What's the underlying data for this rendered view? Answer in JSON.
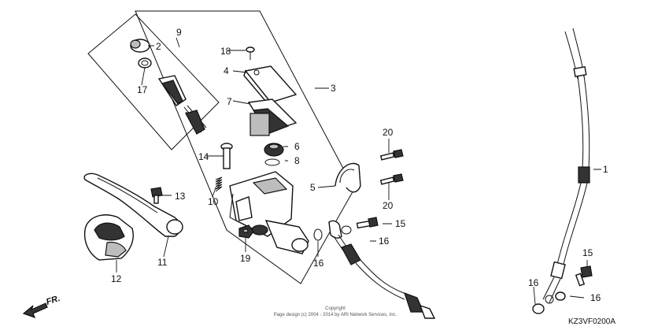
{
  "diagram": {
    "callouts": {
      "c1": "1",
      "c2": "2",
      "c3": "3",
      "c4": "4",
      "c5": "5",
      "c6": "6",
      "c7": "7",
      "c8": "8",
      "c9": "9",
      "c10": "10",
      "c11": "11",
      "c12": "12",
      "c13": "13",
      "c14": "14",
      "c15a": "15",
      "c15b": "15",
      "c16a": "16",
      "c16b": "16",
      "c16c": "16",
      "c16d": "16",
      "c17": "17",
      "c18": "18",
      "c19": "19",
      "c20a": "20",
      "c20b": "20"
    },
    "direction_label": "FR.",
    "copyright_line1": "Copyright",
    "copyright_line2": "Page design (c) 2004 - 2014 by ARI Network Services, Inc.",
    "figure_code": "KZ3VF0200A"
  }
}
